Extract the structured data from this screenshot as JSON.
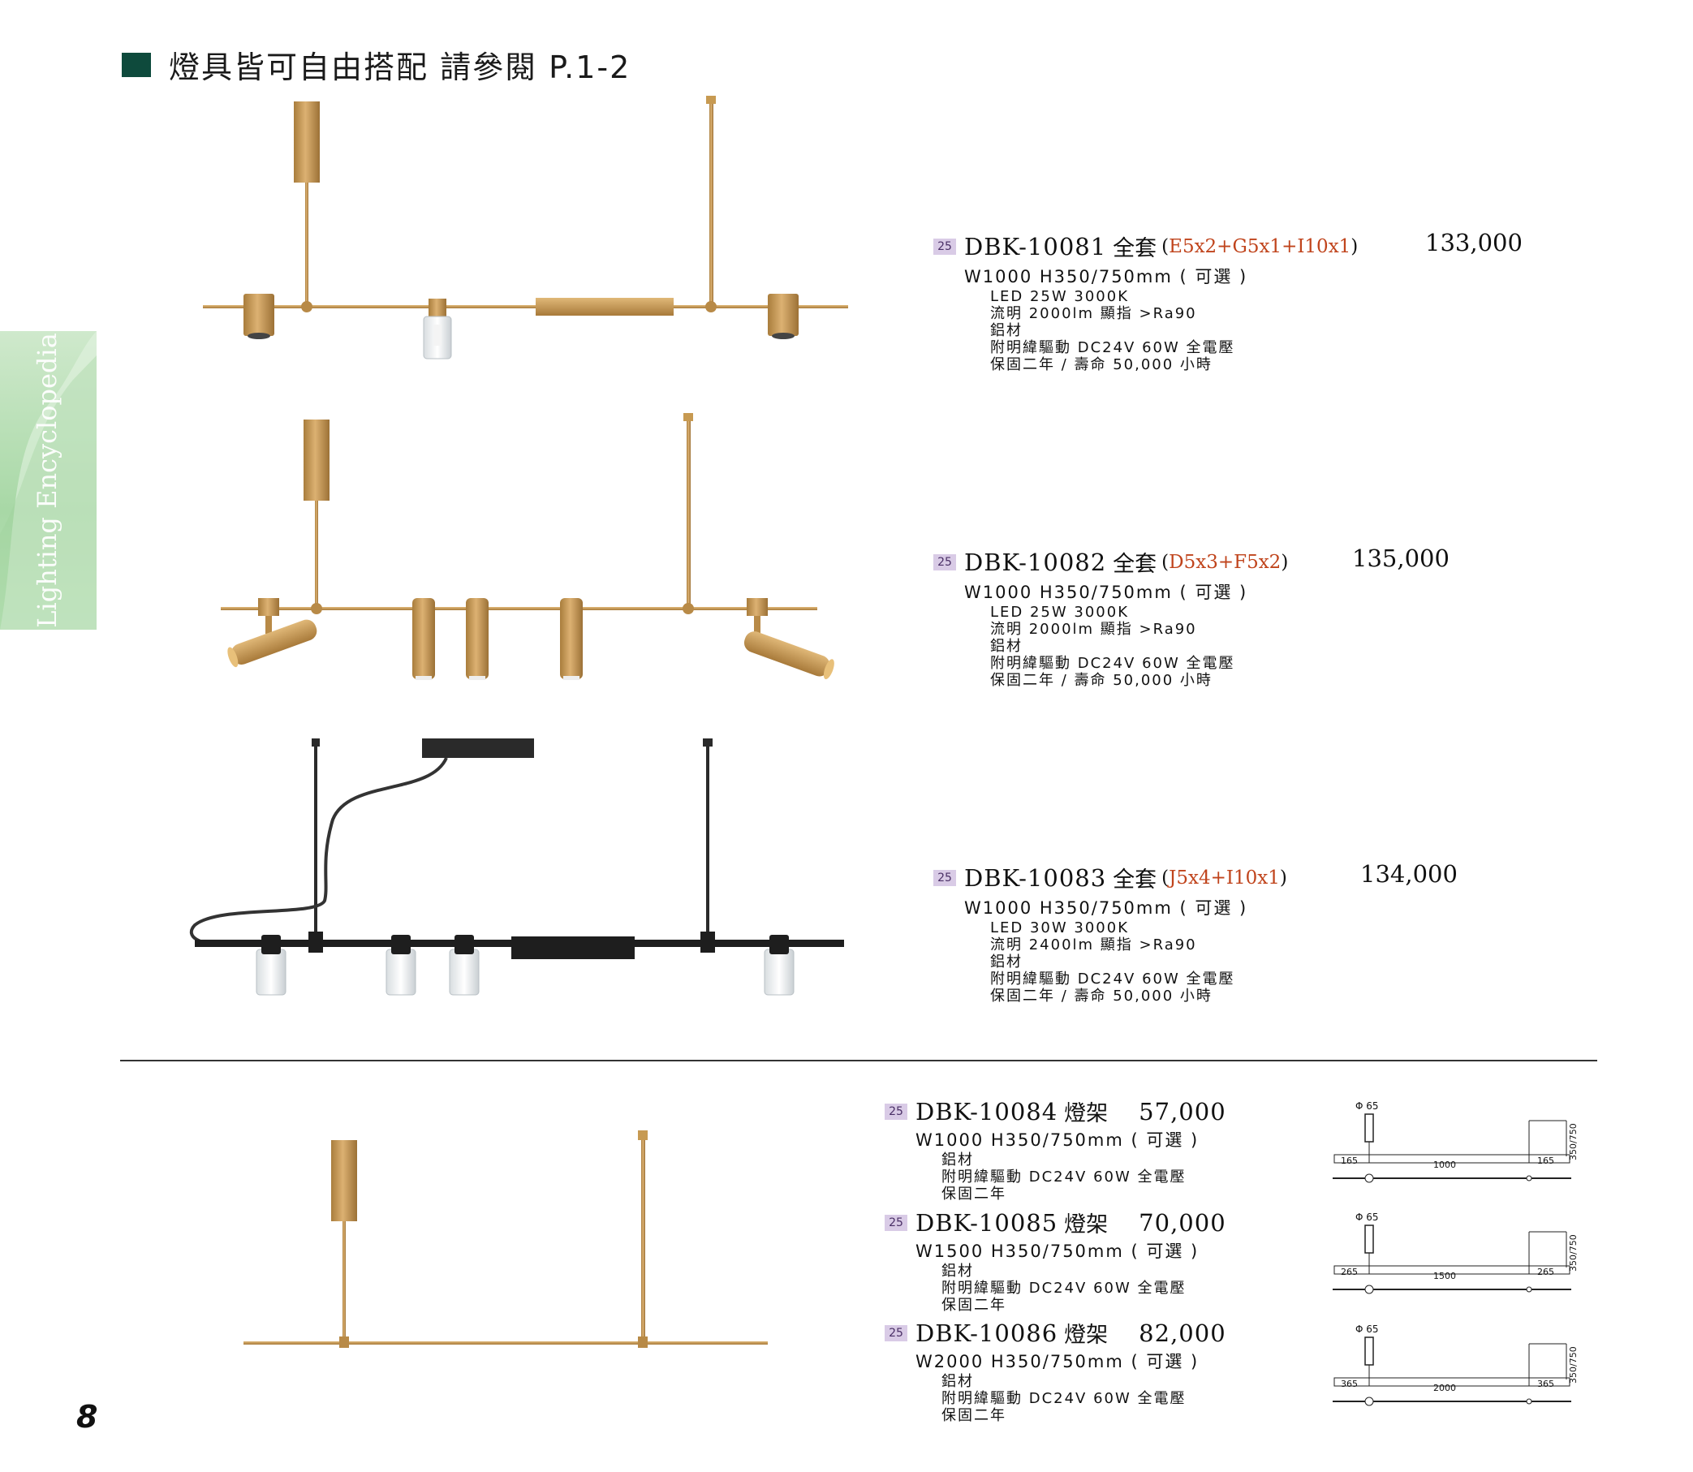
{
  "header": {
    "title": "燈具皆可自由搭配 請參閱 P.1-2"
  },
  "sidebar": {
    "text": "Lighting Encyclopedia"
  },
  "page_number": "8",
  "products": [
    {
      "badge": "25",
      "code": "DBK-10081",
      "kind": "全套",
      "combo": "E5x2+G5x1+I10x1",
      "price": "133,000",
      "dimensions": "W1000 H350/750mm ( 可選 )",
      "specs": [
        "LED 25W 3000K",
        "流明 2000lm 顯指 >Ra90",
        "鋁材",
        "附明緯驅動 DC24V 60W 全電壓",
        "保固二年 / 壽命 50,000 小時"
      ]
    },
    {
      "badge": "25",
      "code": "DBK-10082",
      "kind": "全套",
      "combo": "D5x3+F5x2",
      "price": "135,000",
      "dimensions": "W1000 H350/750mm ( 可選 )",
      "specs": [
        "LED 25W 3000K",
        "流明 2000lm 顯指 >Ra90",
        "鋁材",
        "附明緯驅動 DC24V 60W 全電壓",
        "保固二年 / 壽命 50,000 小時"
      ]
    },
    {
      "badge": "25",
      "code": "DBK-10083",
      "kind": "全套",
      "combo": " J5x4+I10x1",
      "price": "134,000",
      "dimensions": "W1000 H350/750mm ( 可選 )",
      "specs": [
        "LED 30W 3000K",
        "流明 2400lm 顯指 >Ra90",
        "鋁材",
        "附明緯驅動 DC24V 60W 全電壓",
        "保固二年 / 壽命 50,000 小時"
      ]
    }
  ],
  "frames": [
    {
      "badge": "25",
      "code": "DBK-10084",
      "kind": "燈架",
      "price": "57,000",
      "dimensions": "W1000 H350/750mm ( 可選 )",
      "specs": [
        "鋁材",
        "附明緯驅動 DC24V 60W 全電壓",
        "保固二年"
      ],
      "drawing": {
        "diameter": "Φ 65",
        "left": "165",
        "center": "1000",
        "right": "165",
        "height": "350/750"
      }
    },
    {
      "badge": "25",
      "code": "DBK-10085",
      "kind": "燈架",
      "price": "70,000",
      "dimensions": "W1500 H350/750mm ( 可選 )",
      "specs": [
        "鋁材",
        "附明緯驅動 DC24V 60W 全電壓",
        "保固二年"
      ],
      "drawing": {
        "diameter": "Φ 65",
        "left": "265",
        "center": "1500",
        "right": "265",
        "height": "350/750"
      }
    },
    {
      "badge": "25",
      "code": "DBK-10086",
      "kind": "燈架",
      "price": "82,000",
      "dimensions": "W2000 H350/750mm ( 可選 )",
      "specs": [
        "鋁材",
        "附明緯驅動 DC24V 60W 全電壓",
        "保固二年"
      ],
      "drawing": {
        "diameter": "Φ 65",
        "left": "365",
        "center": "2000",
        "right": "365",
        "height": "350/750"
      }
    }
  ],
  "colors": {
    "brass": "#c79a52",
    "black": "#2a2a2a",
    "accent": "#0e4a3c",
    "combo": "#c0441c"
  }
}
